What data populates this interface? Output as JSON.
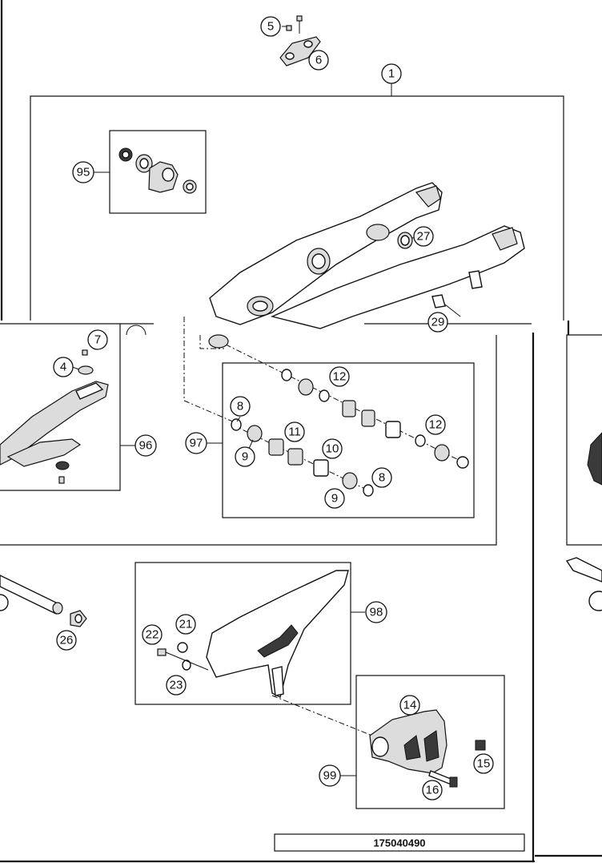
{
  "drawing_number": "175040490",
  "callouts": {
    "c1": "1",
    "c4": "4",
    "c5": "5",
    "c6": "6",
    "c7": "7",
    "c8a": "8",
    "c8b": "8",
    "c9a": "9",
    "c9b": "9",
    "c10": "10",
    "c11": "11",
    "c12a": "12",
    "c12b": "12",
    "c14": "14",
    "c15": "15",
    "c16": "16",
    "c21": "21",
    "c22": "22",
    "c23": "23",
    "c26": "26",
    "c27": "27",
    "c29": "29",
    "c95": "95",
    "c96": "96",
    "c97": "97",
    "c98": "98",
    "c99": "99"
  }
}
